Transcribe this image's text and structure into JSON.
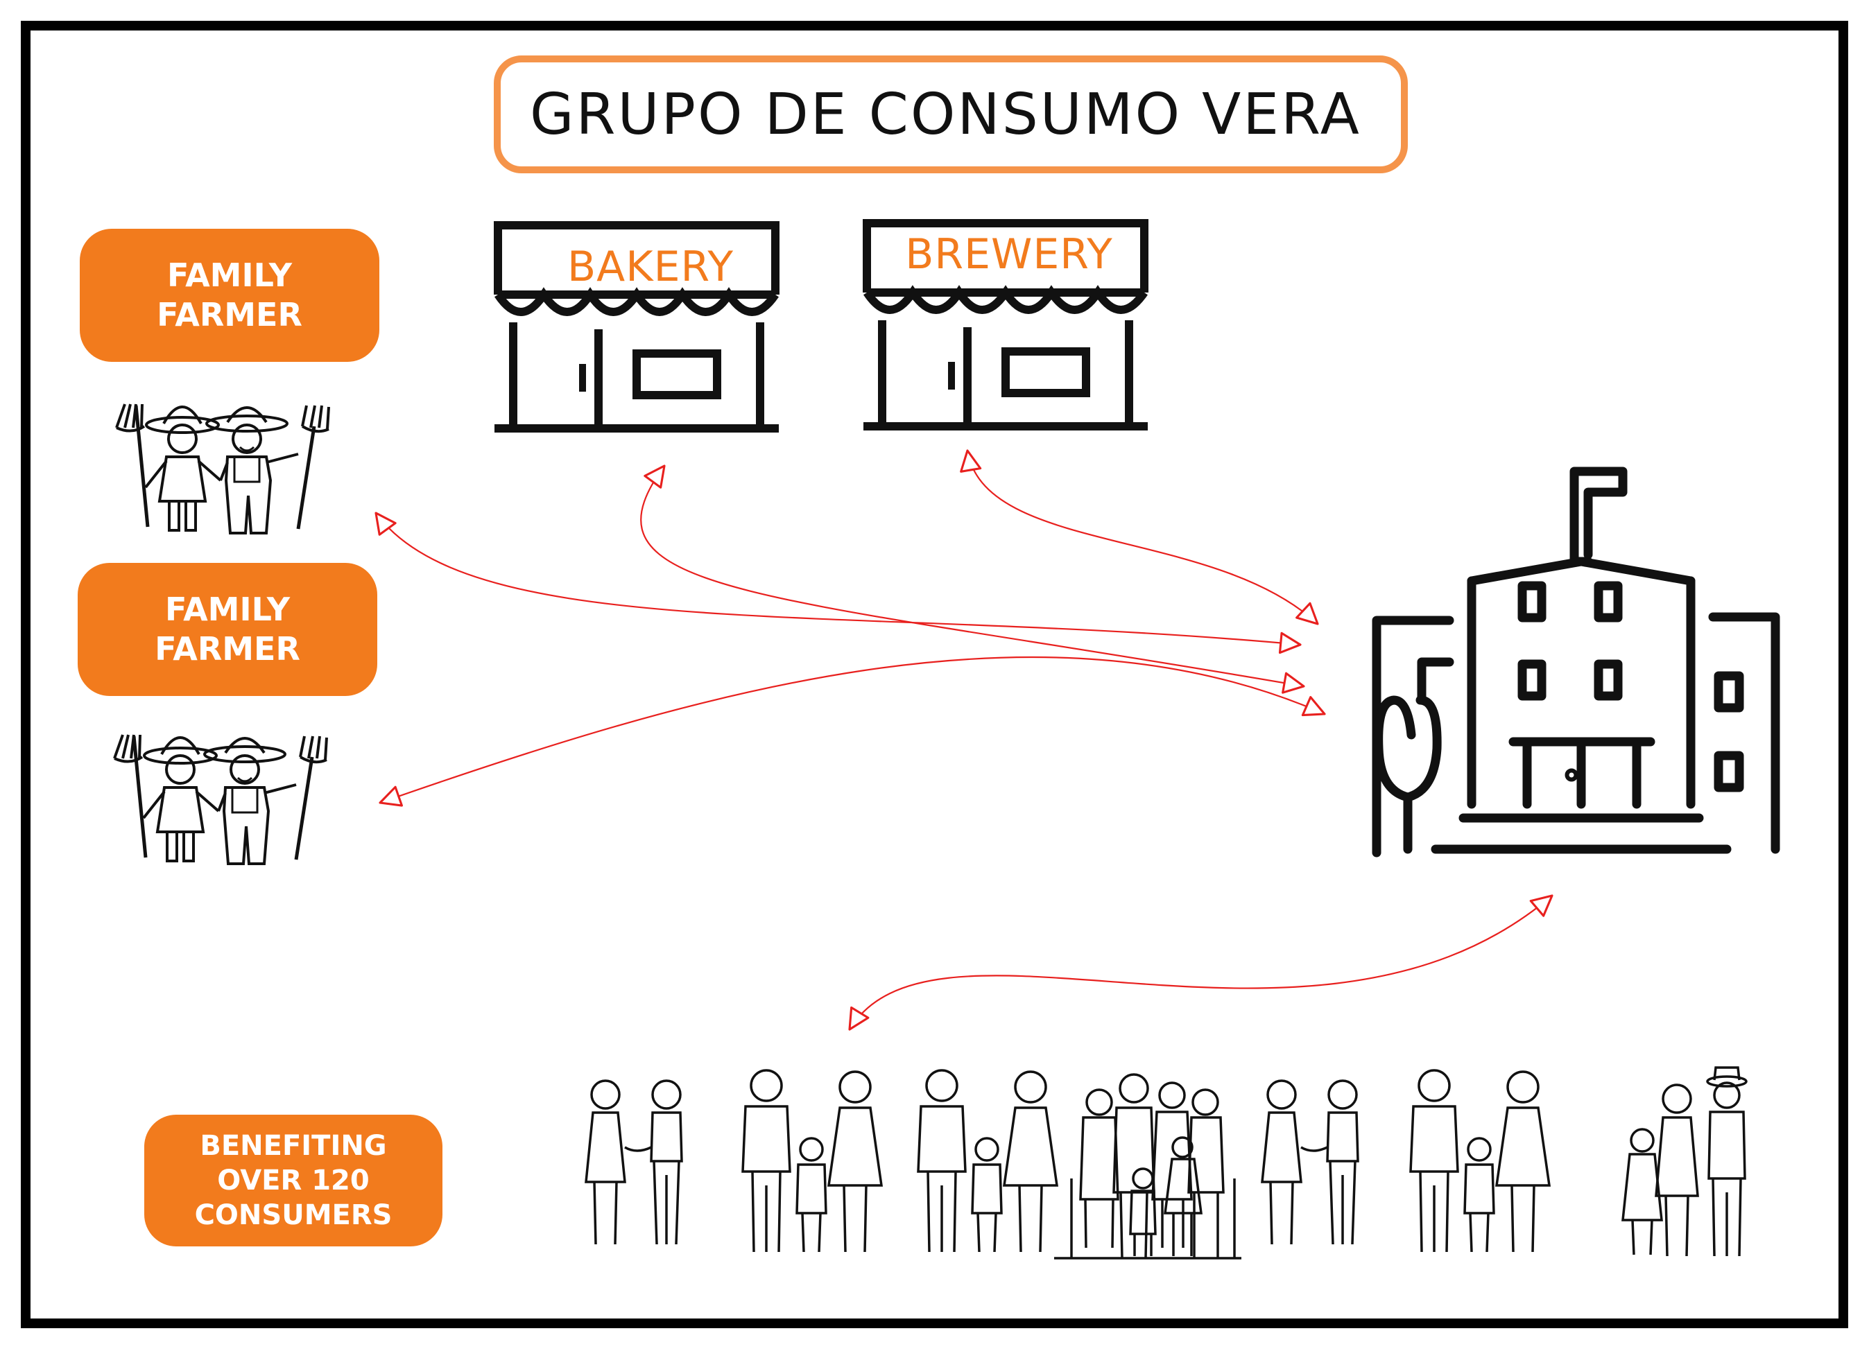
{
  "title": "GRUPO DE CONSUMO VERA",
  "farmers": [
    {
      "label": "FAMILY\nFARMER"
    },
    {
      "label": "FAMILY\nFARMER"
    }
  ],
  "shops": [
    {
      "sign": "BAKERY"
    },
    {
      "sign": "BREWERY"
    }
  ],
  "benefit": {
    "label": "BENEFITING\nOVER 120\nCONSUMERS"
  },
  "colors": {
    "accent": "#f27b1d",
    "title_border": "#f5944a",
    "arrow": "#e8201e",
    "frame": "#000000"
  },
  "icons": [
    "farmer-couple-icon",
    "shop-icon",
    "school-building-icon",
    "family-icon"
  ]
}
